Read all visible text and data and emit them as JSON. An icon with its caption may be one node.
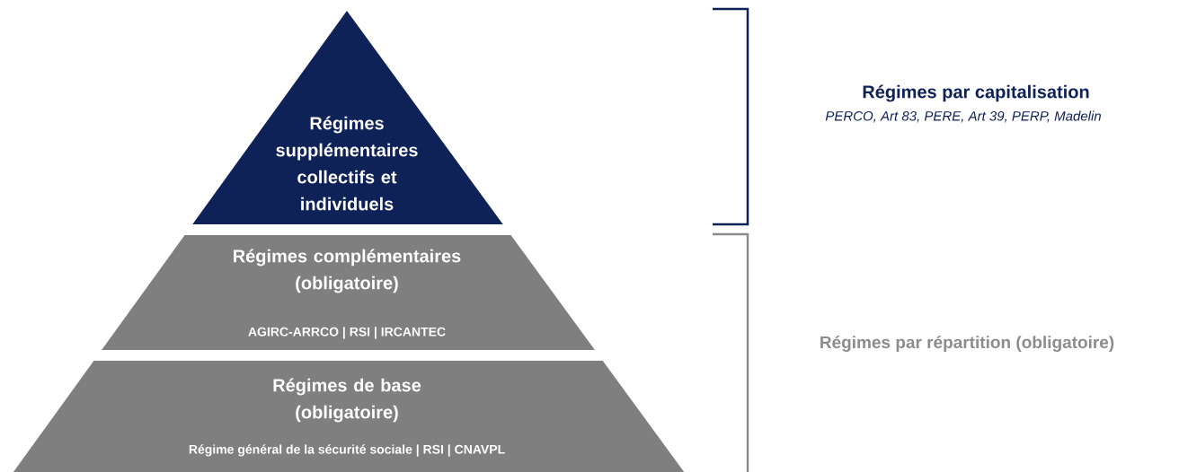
{
  "diagram": {
    "nodes": [
      {
        "text": [
          "Régimes supplémentaires collectifs et individuels"
        ]
      },
      {
        "text": [
          "Régimes complémentaires (obligatoire)",
          "AGIRC-ARRCO | RSI | IRCANTEC"
        ]
      },
      {
        "text": [
          "Régimes de base (obligatoire)",
          "Régime général de la sécurité sociale | RSI | CNAVPL"
        ]
      }
    ],
    "labels": [
      "Régimes par capitalisation",
      "PERCO, Art 83, PERE, Art 39, PERP, Madelin",
      "Régimes par répartition (obligatoire)"
    ]
  }
}
